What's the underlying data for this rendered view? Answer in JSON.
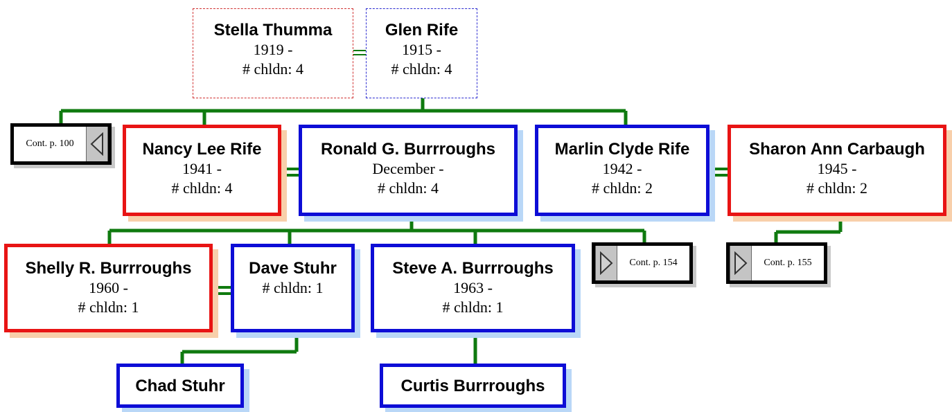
{
  "people": {
    "stella": {
      "name": "Stella Thumma",
      "dates": "1919 -",
      "children": "# chldn: 4"
    },
    "glen": {
      "name": "Glen Rife",
      "dates": "1915 -",
      "children": "# chldn: 4"
    },
    "nancy": {
      "name": "Nancy Lee Rife",
      "dates": "1941 -",
      "children": "# chldn: 4"
    },
    "ronald": {
      "name": "Ronald G. Burrroughs",
      "dates": "December -",
      "children": "# chldn: 4"
    },
    "marlin": {
      "name": "Marlin Clyde Rife",
      "dates": "1942 -",
      "children": "# chldn: 2"
    },
    "sharon": {
      "name": "Sharon Ann Carbaugh",
      "dates": "1945 -",
      "children": "# chldn: 2"
    },
    "shelly": {
      "name": "Shelly R. Burrroughs",
      "dates": "1960 -",
      "children": "# chldn: 1"
    },
    "dave": {
      "name": "Dave Stuhr",
      "children": "# chldn: 1"
    },
    "steve": {
      "name": "Steve A. Burrroughs",
      "dates": "1963 -",
      "children": "# chldn: 1"
    },
    "chad": {
      "name": "Chad Stuhr"
    },
    "curtis": {
      "name": "Curtis Burrroughs"
    }
  },
  "continuations": {
    "p100": {
      "label": "Cont. p. 100",
      "arrow": "left-arrow-icon"
    },
    "p154": {
      "label": "Cont. p. 154",
      "arrow": "right-arrow-icon"
    },
    "p155": {
      "label": "Cont. p. 155",
      "arrow": "right-arrow-icon"
    }
  },
  "colors": {
    "male_border": "#0d0dd6",
    "female_border": "#e81414",
    "connector": "#0f7a0f",
    "male_shadow": "#b9d7f7",
    "female_shadow": "#f8cfaa"
  }
}
